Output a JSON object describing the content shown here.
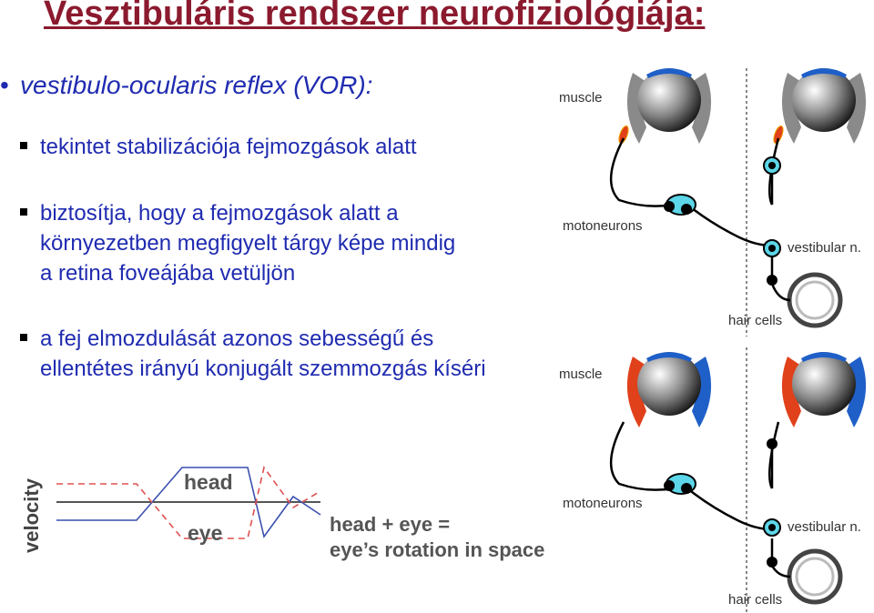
{
  "title": "Vesztibuláris rendszer neurofiziológiája:",
  "main_bullet": "vestibulo-ocularis reflex (VOR):",
  "sub_bullets": [
    {
      "lines": [
        "tekintet stabilizációja fejmozgások alatt"
      ]
    },
    {
      "lines": [
        "biztosítja, hogy a fejmozgások alatt a",
        "környezetben megfigyelt tárgy képe mindig",
        "a retina foveájába vetüljön"
      ]
    },
    {
      "lines": [
        "a fej elmozdulását azonos sebességű és",
        "ellentétes irányú konjugált szemmozgás kíséri"
      ]
    }
  ],
  "velocity_plot": {
    "ylabel": "velocity",
    "head_label": "head",
    "eye_label": "eye",
    "equation_line1": "head + eye =",
    "equation_line2": "eye’s rotation in space"
  },
  "diagram_top": {
    "muscle": "muscle",
    "motoneurons": "motoneurons",
    "vestibular": "vestibular n.",
    "hair_cells": "hair cells"
  },
  "diagram_bottom": {
    "muscle": "muscle",
    "motoneurons": "motoneurons",
    "vestibular": "vestibular n.",
    "hair_cells": "hair cells"
  },
  "colors": {
    "title": "#8b1a2e",
    "text": "#1f2bb0",
    "eye_blue": "#1f5fc8",
    "muscle_red": "#e0401a",
    "neuron_cyan": "#5cd6e8"
  }
}
